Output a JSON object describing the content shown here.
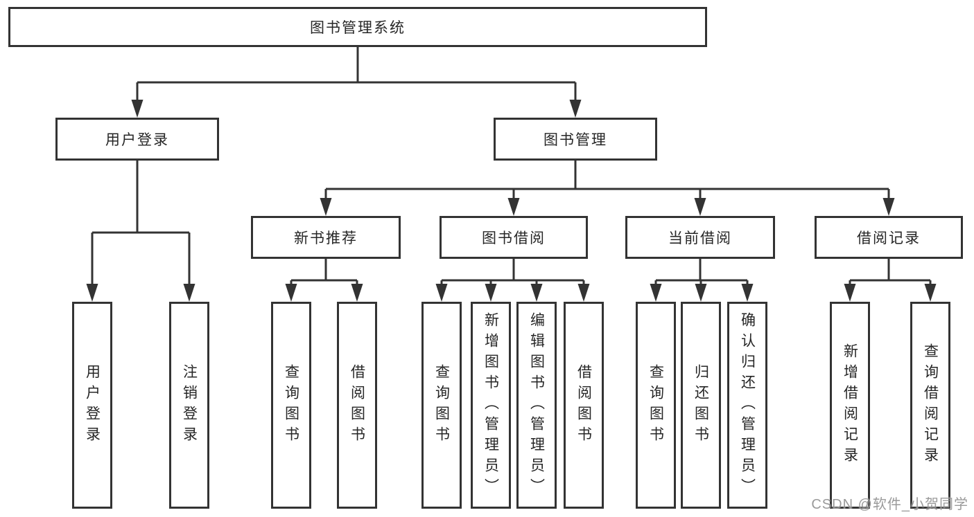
{
  "diagram_title": "图书管理系统",
  "watermark": "CSDN @软件_小贺同学",
  "colors": {
    "line": "#333333",
    "box_border": "#333333",
    "text": "#262626",
    "watermark": "#8c8c8c",
    "background": "#ffffff"
  },
  "tree": {
    "label": "图书管理系统",
    "children": [
      {
        "label": "用户登录",
        "children": [
          {
            "label": "用户登录"
          },
          {
            "label": "注销登录"
          }
        ]
      },
      {
        "label": "图书管理",
        "children": [
          {
            "label": "新书推荐",
            "children": [
              {
                "label": "查询图书"
              },
              {
                "label": "借阅图书"
              }
            ]
          },
          {
            "label": "图书借阅",
            "children": [
              {
                "label": "查询图书"
              },
              {
                "label": "新增图书（管理员）"
              },
              {
                "label": "编辑图书（管理员）"
              },
              {
                "label": "借阅图书"
              }
            ]
          },
          {
            "label": "当前借阅",
            "children": [
              {
                "label": "查询图书"
              },
              {
                "label": "归还图书"
              },
              {
                "label": "确认归还（管理员）"
              }
            ]
          },
          {
            "label": "借阅记录",
            "children": [
              {
                "label": "新增借阅记录"
              },
              {
                "label": "查询借阅记录"
              }
            ]
          }
        ]
      }
    ]
  }
}
